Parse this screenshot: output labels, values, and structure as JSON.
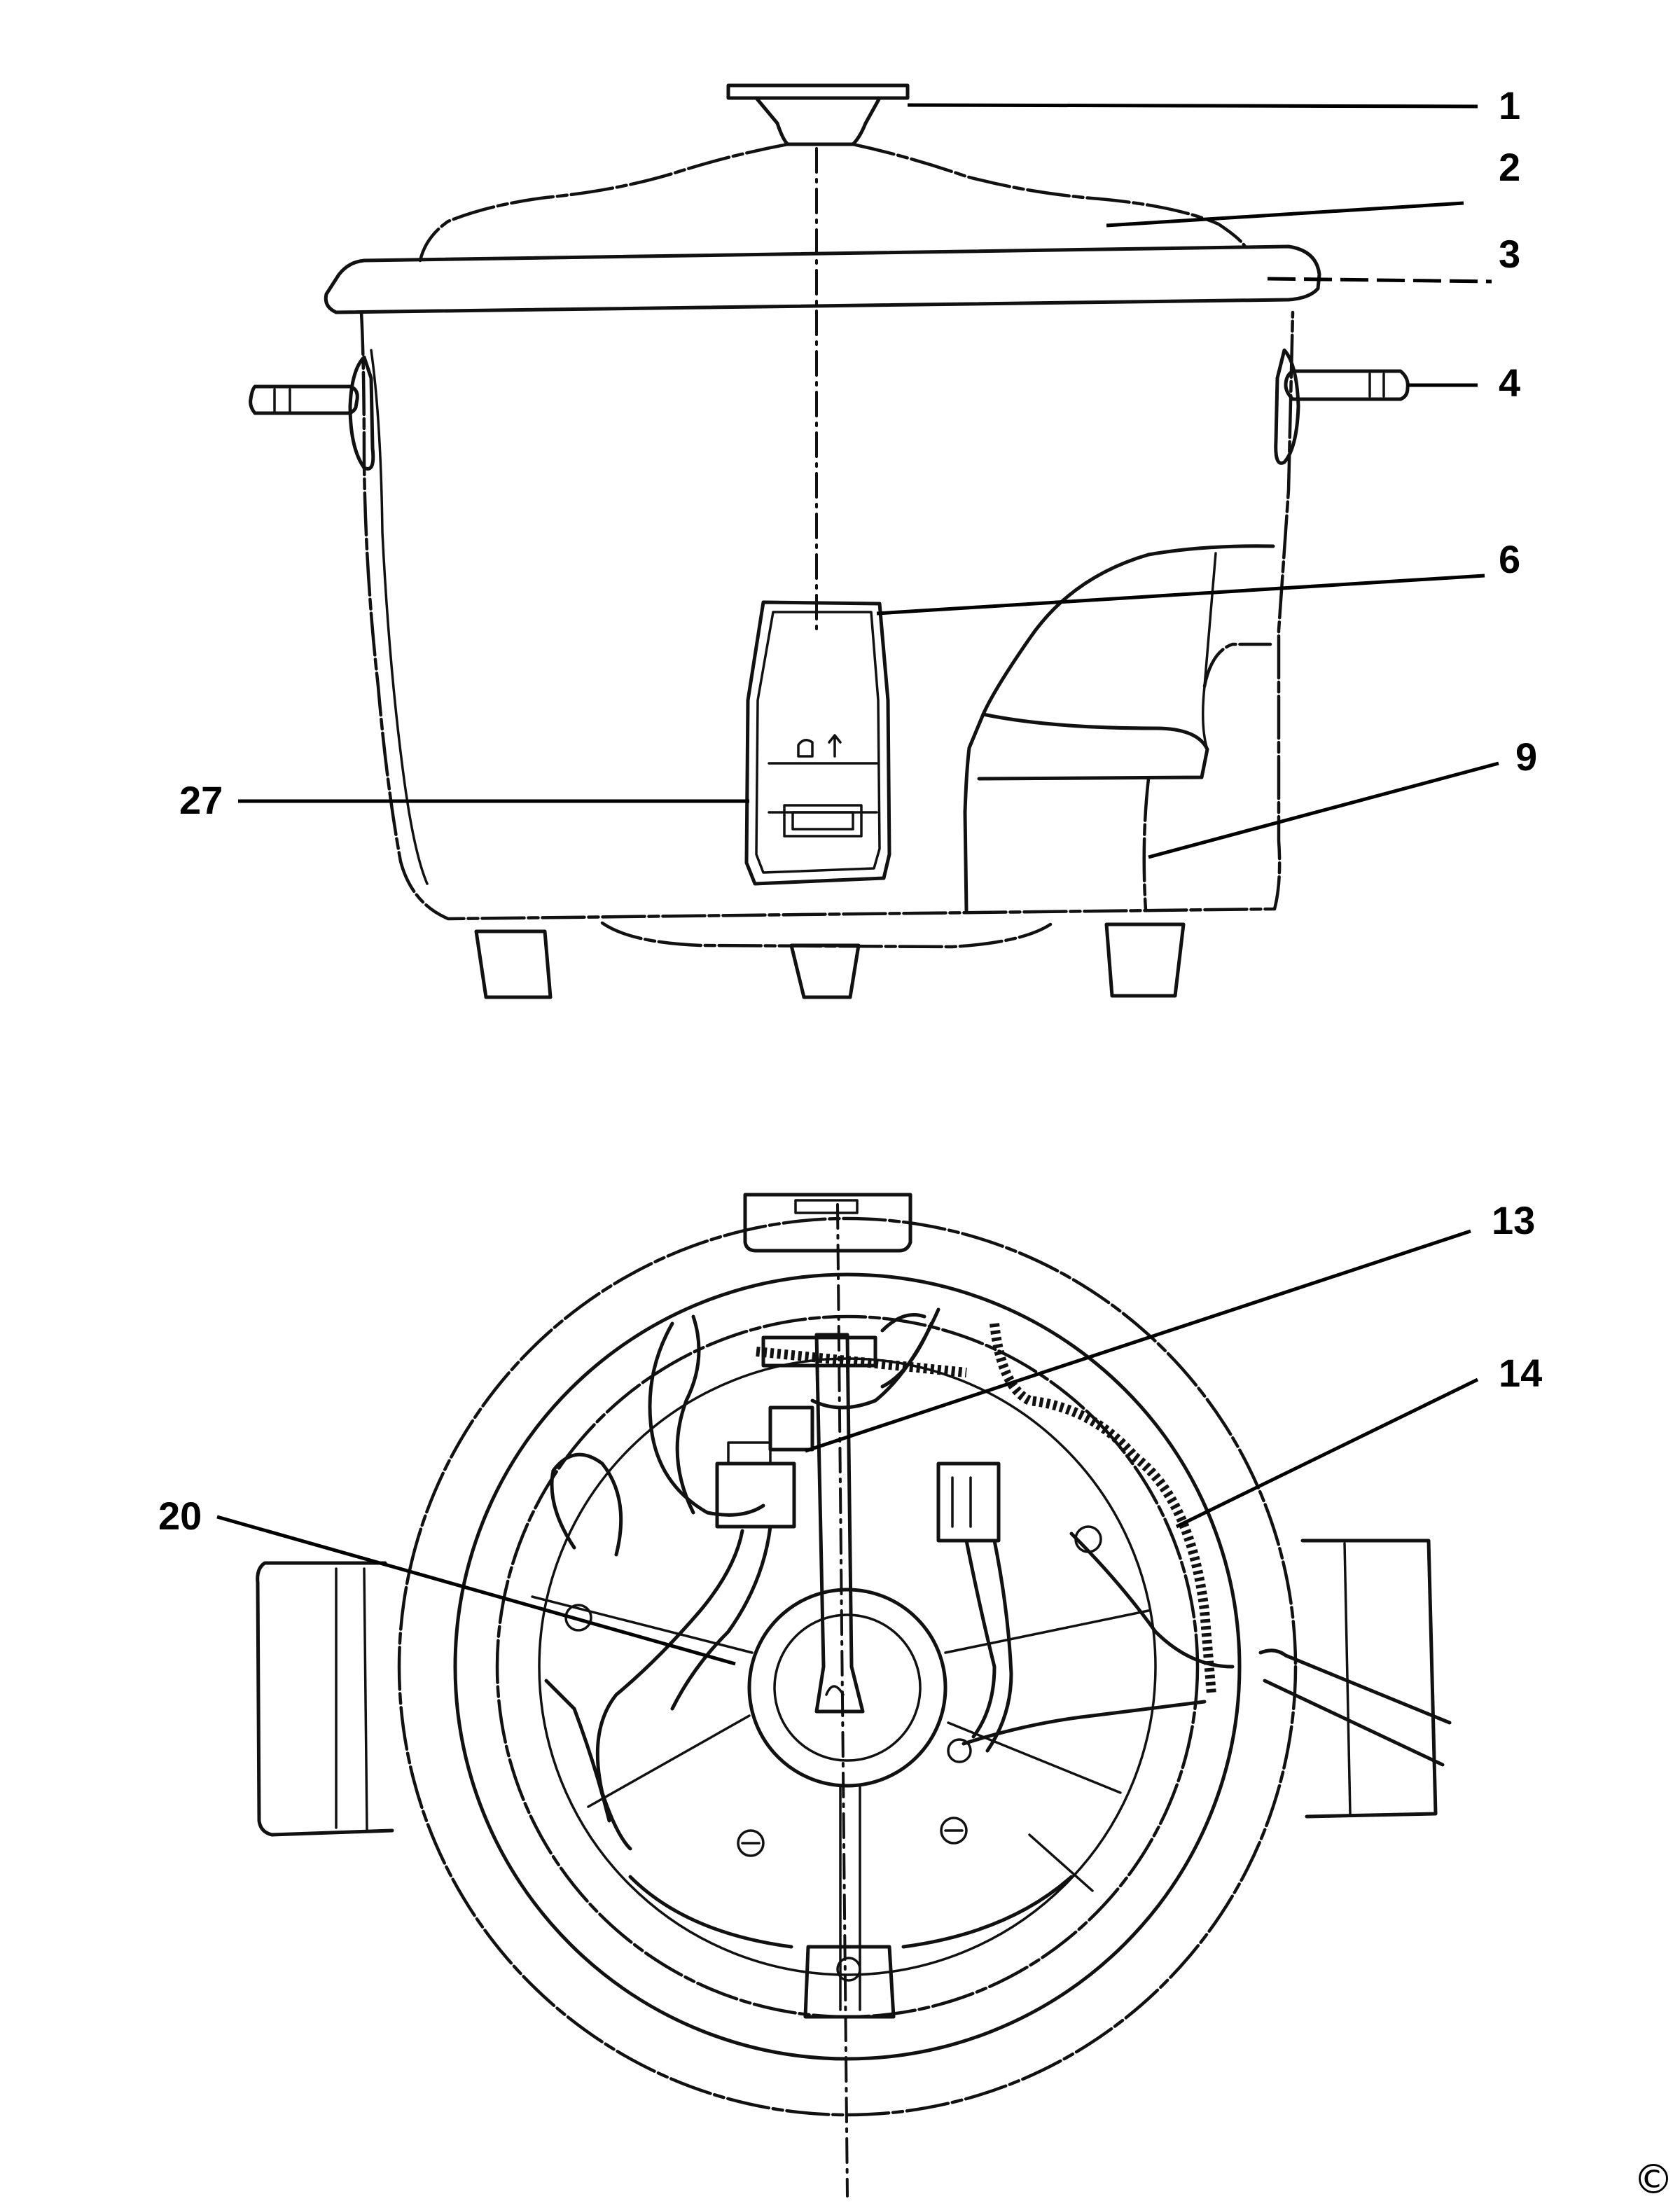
{
  "callouts": {
    "c1": "1",
    "c2": "2",
    "c3": "3",
    "c4": "4",
    "c6": "6",
    "c9": "9",
    "c27": "27",
    "c13": "13",
    "c14": "14",
    "c20": "20"
  },
  "footer": {
    "copyright": "©"
  }
}
